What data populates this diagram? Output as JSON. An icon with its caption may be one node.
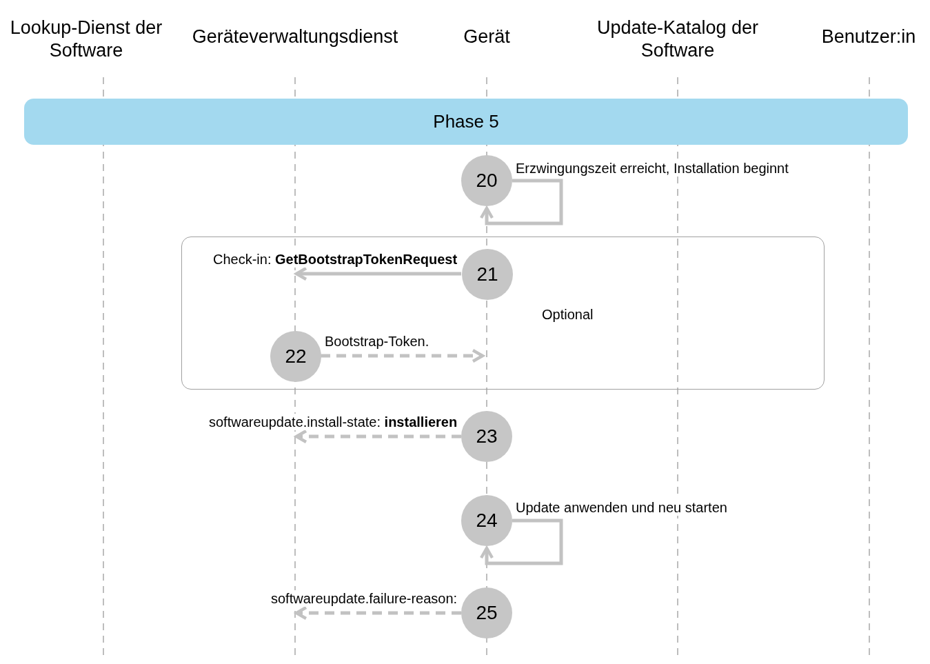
{
  "diagram": {
    "nodes": [
      {
        "text": [
          "Lookup-Dienst der Software"
        ]
      },
      {
        "text": [
          "Geräteverwaltungsdienst"
        ]
      },
      {
        "text": [
          "Gerät"
        ]
      },
      {
        "text": [
          "Update-Katalog der Software"
        ]
      },
      {
        "text": [
          "Benutzer:in"
        ]
      },
      {
        "text": [
          "Phase 5"
        ]
      },
      {
        "text": [
          "20"
        ]
      },
      {
        "text": [
          "Optional"
        ]
      },
      {
        "text": [
          "21"
        ],
        "in": 7
      },
      {
        "text": [
          "22"
        ],
        "in": 7
      },
      {
        "text": [
          "23"
        ]
      },
      {
        "text": [
          "24"
        ]
      },
      {
        "text": [
          "25"
        ]
      }
    ],
    "edges": [
      {
        "from": 6,
        "to": 6,
        "arrow": "to",
        "label": "Erzwingungszeit erreicht, Installation beginnt"
      },
      {
        "from": 8,
        "to": null,
        "arrow": "to",
        "label": "Check-in: **GetBootstrapTokenRequest**"
      },
      {
        "from": 9,
        "to": null,
        "arrow": "to",
        "style": "dashed",
        "label": "Bootstrap-Token."
      },
      {
        "from": 10,
        "to": null,
        "arrow": "to",
        "style": "dashed",
        "label": "softwareupdate.install-state: **installieren**"
      },
      {
        "from": 11,
        "to": 11,
        "arrow": "to",
        "label": "Update anwenden und neu starten"
      },
      {
        "from": 12,
        "to": null,
        "arrow": "to",
        "style": "dashed",
        "label": "softwareupdate.failure-reason:"
      }
    ]
  }
}
